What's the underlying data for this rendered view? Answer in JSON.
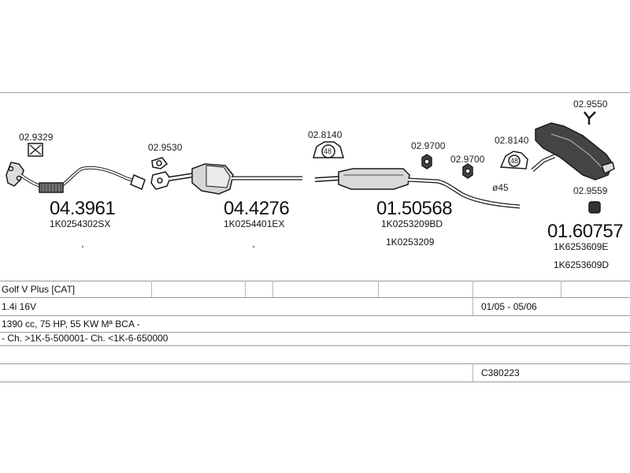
{
  "parts": [
    {
      "small_code": "02.9329",
      "number": "04.3961",
      "oem": [
        "1K0254302SX"
      ]
    },
    {
      "small_code": "02.9530",
      "number": "04.4276",
      "oem": [
        "1K0254401EX"
      ]
    },
    {
      "small_code": "02.8140",
      "small_code_2": "02.9700",
      "small_code_3": "02.9700",
      "number": "01.50568",
      "oem": [
        "1K0253209BD",
        "1K0253209"
      ]
    },
    {
      "small_code": "02.8140",
      "small_code_2": "02.9550",
      "small_code_3": "02.9559",
      "number": "01.60757",
      "oem": [
        "1K6253609E",
        "1K6253609D"
      ]
    }
  ],
  "labels": {
    "diameter": "ø45",
    "clamp_size": "48"
  },
  "table": {
    "model": "Golf V Plus  [CAT]",
    "engine": "1.4i 16V",
    "dates": "01/05 - 05/06",
    "specs": "1390 cc, 75 HP, 55 KW Mª BCA -",
    "chassis": "- Ch. >1K-5-500001- Ch. <1K-6-650000",
    "catalog_id": "C380223"
  },
  "colors": {
    "line": "#1a1a1a",
    "fill_dark": "#3a3a3a",
    "fill_mid": "#9a9a9a",
    "rule": "#9a9a9a"
  }
}
